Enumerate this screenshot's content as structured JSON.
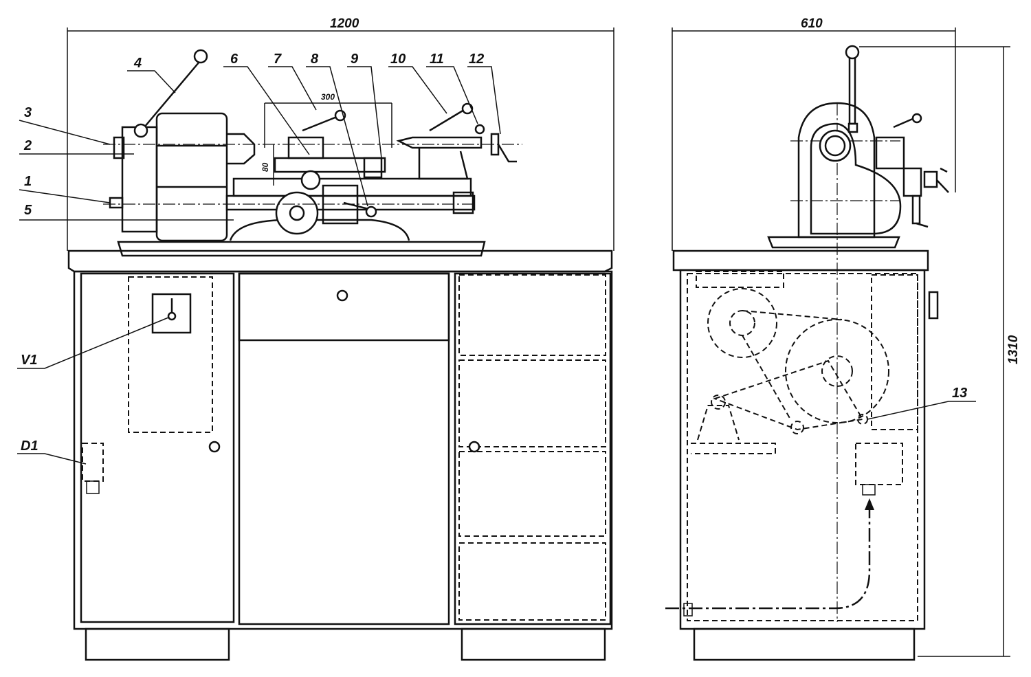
{
  "title": "Lathe on cabinet stand - front and side views",
  "dimensions": {
    "width_front": "1200",
    "width_side": "610",
    "height": "1310",
    "bed_length": "300",
    "center_height": "80"
  },
  "labels": {
    "l1": "1",
    "l2": "2",
    "l3": "3",
    "l4": "4",
    "l5": "5",
    "l6": "6",
    "l7": "7",
    "l8": "8",
    "l9": "9",
    "l10": "10",
    "l11": "11",
    "l12": "12",
    "l13": "13",
    "v1": "V1",
    "d1": "D1"
  }
}
